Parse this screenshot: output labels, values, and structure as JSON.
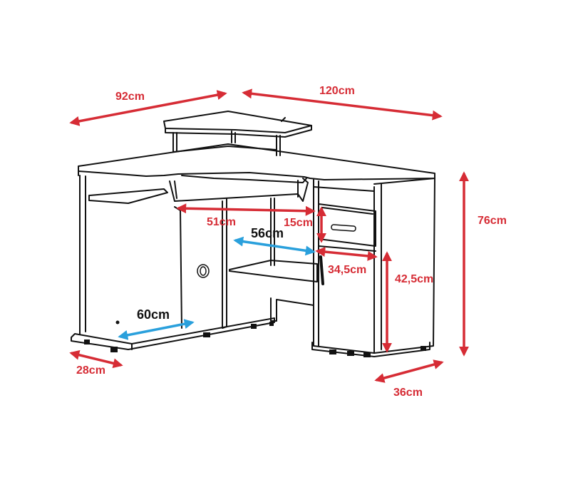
{
  "diagram": {
    "colors": {
      "red": "#d62c35",
      "blue": "#2aa0dc",
      "line": "#111111"
    },
    "dimensions": {
      "width_left": "92cm",
      "width_right": "120cm",
      "height_total": "76cm",
      "keyboard_width": "51cm",
      "drawer_height": "15cm",
      "inner_width": "56cm",
      "cabinet_width": "34,5cm",
      "cabinet_height": "42,5cm",
      "bottom_shelf_width": "60cm",
      "depth_left": "28cm",
      "depth_right": "36cm"
    }
  }
}
